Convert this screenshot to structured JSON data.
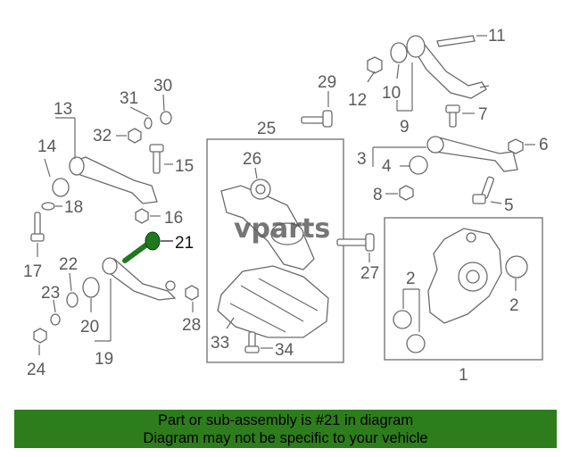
{
  "callouts": {
    "c1": "1",
    "c2a": "2",
    "c2b": "2",
    "c3": "3",
    "c4": "4",
    "c5": "5",
    "c6": "6",
    "c7": "7",
    "c8": "8",
    "c9": "9",
    "c10": "10",
    "c11": "11",
    "c12": "12",
    "c13": "13",
    "c14": "14",
    "c15": "15",
    "c16": "16",
    "c17": "17",
    "c18": "18",
    "c19": "19",
    "c20": "20",
    "c21": "21",
    "c22": "22",
    "c23": "23",
    "c24": "24",
    "c25": "25",
    "c26": "26",
    "c27": "27",
    "c28": "28",
    "c29": "29",
    "c30": "30",
    "c31": "31",
    "c32": "32",
    "c33": "33",
    "c34": "34"
  },
  "watermark": "vparts",
  "highlight_color": "#1f7a1f",
  "banner": {
    "line1": "Part or sub-assembly is #21 in diagram",
    "line2": "Diagram may not be specific to your vehicle",
    "color": "#2e7d1c"
  }
}
